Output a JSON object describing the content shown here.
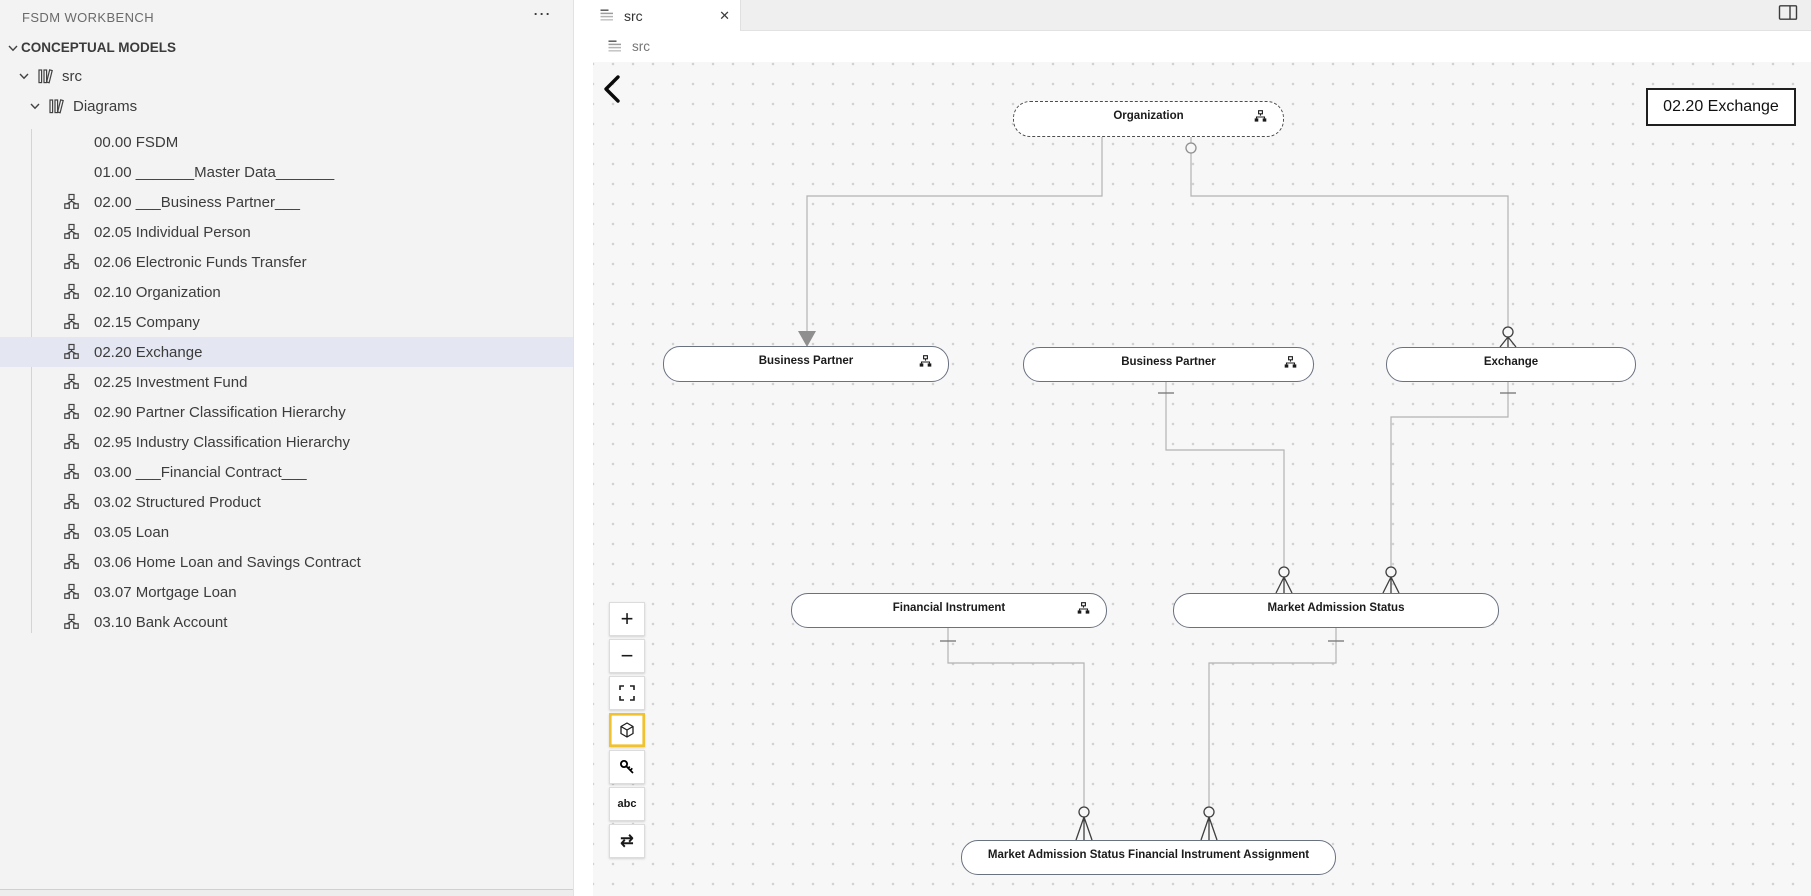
{
  "sidebar": {
    "title": "FSDM WORKBENCH",
    "icons": {
      "more": "⋯"
    },
    "tree": {
      "section": "CONCEPTUAL MODELS",
      "folders": [
        "src",
        "Diagrams"
      ],
      "items": [
        {
          "label": "00.00 FSDM",
          "icon": false,
          "selected": false
        },
        {
          "label": "01.00 _______Master Data_______",
          "icon": false,
          "selected": false
        },
        {
          "label": "02.00 ___Business Partner___",
          "icon": true,
          "selected": false
        },
        {
          "label": "02.05 Individual Person",
          "icon": true,
          "selected": false
        },
        {
          "label": "02.06 Electronic Funds Transfer",
          "icon": true,
          "selected": false
        },
        {
          "label": "02.10 Organization",
          "icon": true,
          "selected": false
        },
        {
          "label": "02.15 Company",
          "icon": true,
          "selected": false
        },
        {
          "label": "02.20 Exchange",
          "icon": true,
          "selected": true
        },
        {
          "label": "02.25 Investment Fund",
          "icon": true,
          "selected": false
        },
        {
          "label": "02.90 Partner Classification Hierarchy",
          "icon": true,
          "selected": false
        },
        {
          "label": "02.95 Industry Classification Hierarchy",
          "icon": true,
          "selected": false
        },
        {
          "label": "03.00 ___Financial Contract___",
          "icon": true,
          "selected": false
        },
        {
          "label": "03.02 Structured Product",
          "icon": true,
          "selected": false
        },
        {
          "label": "03.05 Loan",
          "icon": true,
          "selected": false
        },
        {
          "label": "03.06 Home Loan and Savings Contract",
          "icon": true,
          "selected": false
        },
        {
          "label": "03.07 Mortgage Loan",
          "icon": true,
          "selected": false
        },
        {
          "label": "03.10 Bank Account",
          "icon": true,
          "selected": false
        }
      ]
    }
  },
  "editor": {
    "tab": {
      "label": "src",
      "close_glyph": "✕"
    },
    "breadcrumb": "src"
  },
  "canvas": {
    "badge": "02.20 Exchange",
    "nodes": [
      {
        "id": "organization",
        "label": "Organization",
        "dashed": true,
        "icon": true
      },
      {
        "id": "bp_left",
        "label": "Business Partner",
        "dashed": false,
        "icon": true
      },
      {
        "id": "bp_center",
        "label": "Business Partner",
        "dashed": false,
        "icon": true
      },
      {
        "id": "exchange",
        "label": "Exchange",
        "dashed": false,
        "icon": false
      },
      {
        "id": "financial_instrument",
        "label": "Financial Instrument",
        "dashed": false,
        "icon": true
      },
      {
        "id": "market_admission_status",
        "label": "Market Admission Status",
        "dashed": false,
        "icon": false
      },
      {
        "id": "mas_fi_assignment",
        "label": "Market Admission Status Financial Instrument Assignment",
        "dashed": false,
        "icon": false
      }
    ],
    "edges": [
      {
        "from": "Organization",
        "to": "Business Partner (left)",
        "end": "filled-arrow"
      },
      {
        "from": "Organization",
        "to": "Exchange",
        "start": "zero-circle",
        "end": "zero-or-many"
      },
      {
        "from": "Business Partner (center)",
        "to": "Market Admission Status",
        "start": "one-tick",
        "end": "zero-or-many"
      },
      {
        "from": "Exchange",
        "to": "Market Admission Status",
        "start": "one-tick",
        "end": "zero-or-many"
      },
      {
        "from": "Financial Instrument",
        "to": "Market Admission Status Financial Instrument Assignment",
        "start": "one-tick",
        "end": "zero-or-many"
      },
      {
        "from": "Market Admission Status",
        "to": "Market Admission Status Financial Instrument Assignment",
        "start": "one-tick",
        "end": "zero-or-many"
      }
    ],
    "toolbar": [
      {
        "name": "zoom-in",
        "type": "glyph",
        "glyph": "+",
        "cls": "glyph-big",
        "selected": false
      },
      {
        "name": "zoom-out",
        "type": "glyph",
        "glyph": "−",
        "cls": "glyph-big",
        "selected": false
      },
      {
        "name": "fit-screen",
        "type": "svg",
        "svg": "fit",
        "selected": false
      },
      {
        "name": "model-cube",
        "type": "svg",
        "svg": "cube",
        "selected": true
      },
      {
        "name": "key",
        "type": "svg",
        "svg": "key",
        "selected": false
      },
      {
        "name": "labels",
        "type": "glyph",
        "glyph": "abc",
        "cls": "glyph-small",
        "selected": false
      },
      {
        "name": "swap-arrows",
        "type": "glyph",
        "glyph": "⇄",
        "cls": "glyph-med",
        "selected": false
      }
    ]
  }
}
